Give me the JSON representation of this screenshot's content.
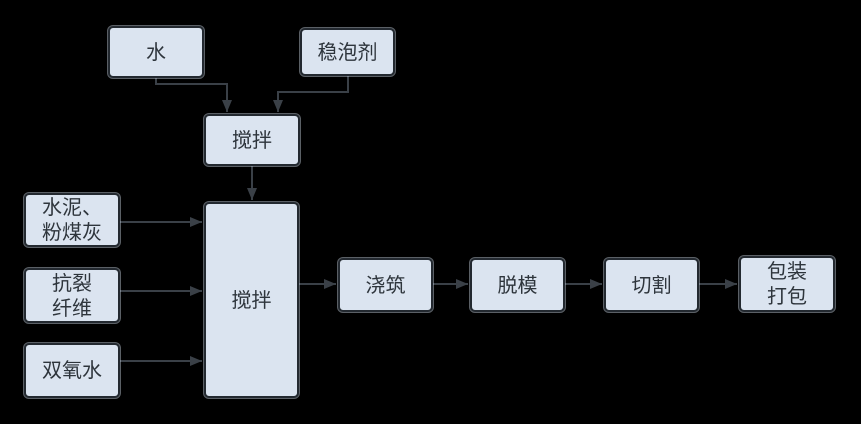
{
  "diagram": {
    "type": "flowchart",
    "colors": {
      "background": "#000000",
      "node_fill": "#dbe4f0",
      "node_border": "#232930",
      "node_outline": "rgba(202,212,227,0.45)",
      "connector": "#3a4047",
      "text": "#2e353c"
    },
    "nodes": {
      "water": {
        "label": "水"
      },
      "foam_stabilizer": {
        "label": "稳泡剂"
      },
      "premix": {
        "label": "搅拌"
      },
      "cement_fly_ash": {
        "label": "水泥、\n粉煤灰"
      },
      "anti_crack_fiber": {
        "label": "抗裂\n纤维"
      },
      "hydrogen_peroxide": {
        "label": "双氧水"
      },
      "main_mix": {
        "label": "搅拌"
      },
      "pouring": {
        "label": "浇筑"
      },
      "demolding": {
        "label": "脱模"
      },
      "cutting": {
        "label": "切割"
      },
      "packaging": {
        "label": "包装\n打包"
      }
    },
    "edges": [
      {
        "from": "water",
        "to": "premix"
      },
      {
        "from": "foam_stabilizer",
        "to": "premix"
      },
      {
        "from": "premix",
        "to": "main_mix"
      },
      {
        "from": "cement_fly_ash",
        "to": "main_mix"
      },
      {
        "from": "anti_crack_fiber",
        "to": "main_mix"
      },
      {
        "from": "hydrogen_peroxide",
        "to": "main_mix"
      },
      {
        "from": "main_mix",
        "to": "pouring"
      },
      {
        "from": "pouring",
        "to": "demolding"
      },
      {
        "from": "demolding",
        "to": "cutting"
      },
      {
        "from": "cutting",
        "to": "packaging"
      }
    ]
  }
}
